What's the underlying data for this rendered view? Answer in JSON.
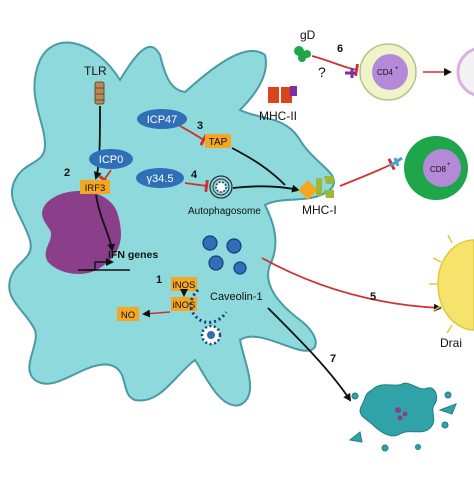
{
  "labels": {
    "tlr": "TLR",
    "icp47": "ICP47",
    "icp0": "ICP0",
    "gamma345": "γ34.5",
    "irf3": "IRF3",
    "tap": "TAP",
    "ifn_genes": "IFN genes",
    "autophagosome": "Autophagosome",
    "inos_top": "iNOS",
    "inos_bottom": "iNOS",
    "no": "NO",
    "caveolin": "Caveolin-1",
    "mhc2": "MHC-II",
    "mhc1": "MHC-I",
    "gd": "gD",
    "question": "?",
    "cd4": "CD4",
    "cd4_sup": "+",
    "cd8": "CD8",
    "cd8_sup": "+",
    "drain": "Drai"
  },
  "steps": {
    "s1": "1",
    "s2": "2",
    "s3": "3",
    "s4": "4",
    "s5": "5",
    "s6": "6",
    "s7": "7"
  },
  "colors": {
    "cell_fill": "#8dd9dc",
    "cell_stroke": "#4a9aa6",
    "nucleus": "#8b3f8b",
    "protein_oval": "#2f6fb7",
    "box_orange": "#f5a623",
    "inhibit_red": "#d0312d",
    "cd4_outer": "#eef3c8",
    "cd4_inner": "#b489d8",
    "cd8_outer": "#20a64a",
    "cd8_inner": "#b489d8",
    "drain_cell": "#f6e36b",
    "dead_cell": "#2fa3a8"
  }
}
